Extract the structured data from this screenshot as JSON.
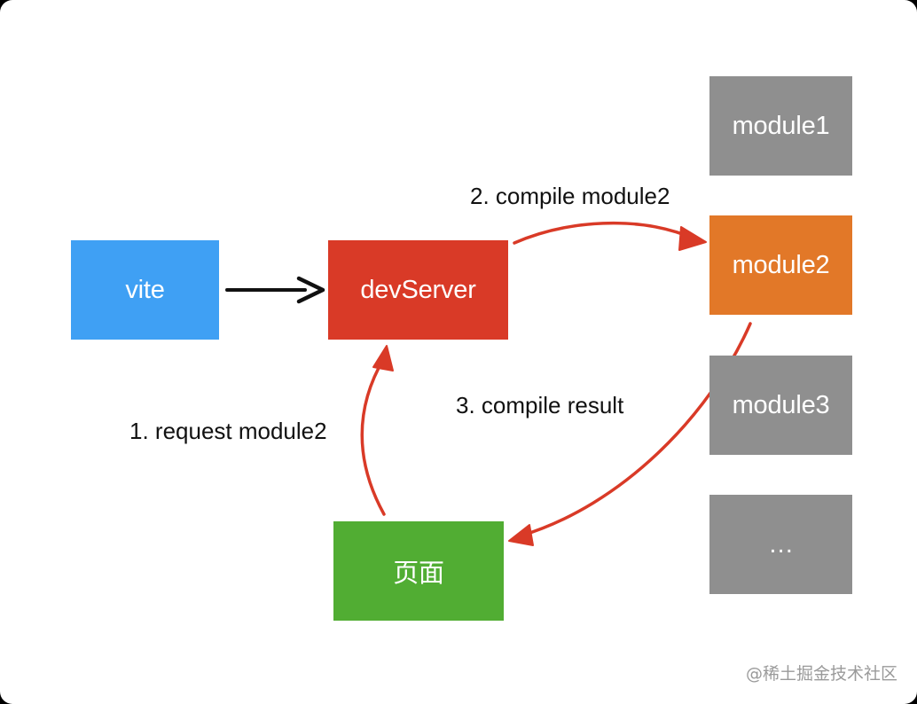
{
  "nodes": {
    "vite": {
      "label": "vite",
      "color": "#3fa0f4"
    },
    "devserver": {
      "label": "devServer",
      "color": "#d93a27"
    },
    "page": {
      "label": "页面",
      "color": "#51ad33"
    },
    "module1": {
      "label": "module1",
      "color": "#8f8f8f"
    },
    "module2": {
      "label": "module2",
      "color": "#e27828"
    },
    "module3": {
      "label": "module3",
      "color": "#8f8f8f"
    },
    "more": {
      "label": "…",
      "color": "#8f8f8f"
    }
  },
  "edges": {
    "request": "1. request module2",
    "compile": "2. compile module2",
    "result": "3. compile result"
  },
  "colors": {
    "arrow_red": "#d93a27",
    "arrow_black": "#111111"
  },
  "watermark": "@稀土掘金技术社区"
}
